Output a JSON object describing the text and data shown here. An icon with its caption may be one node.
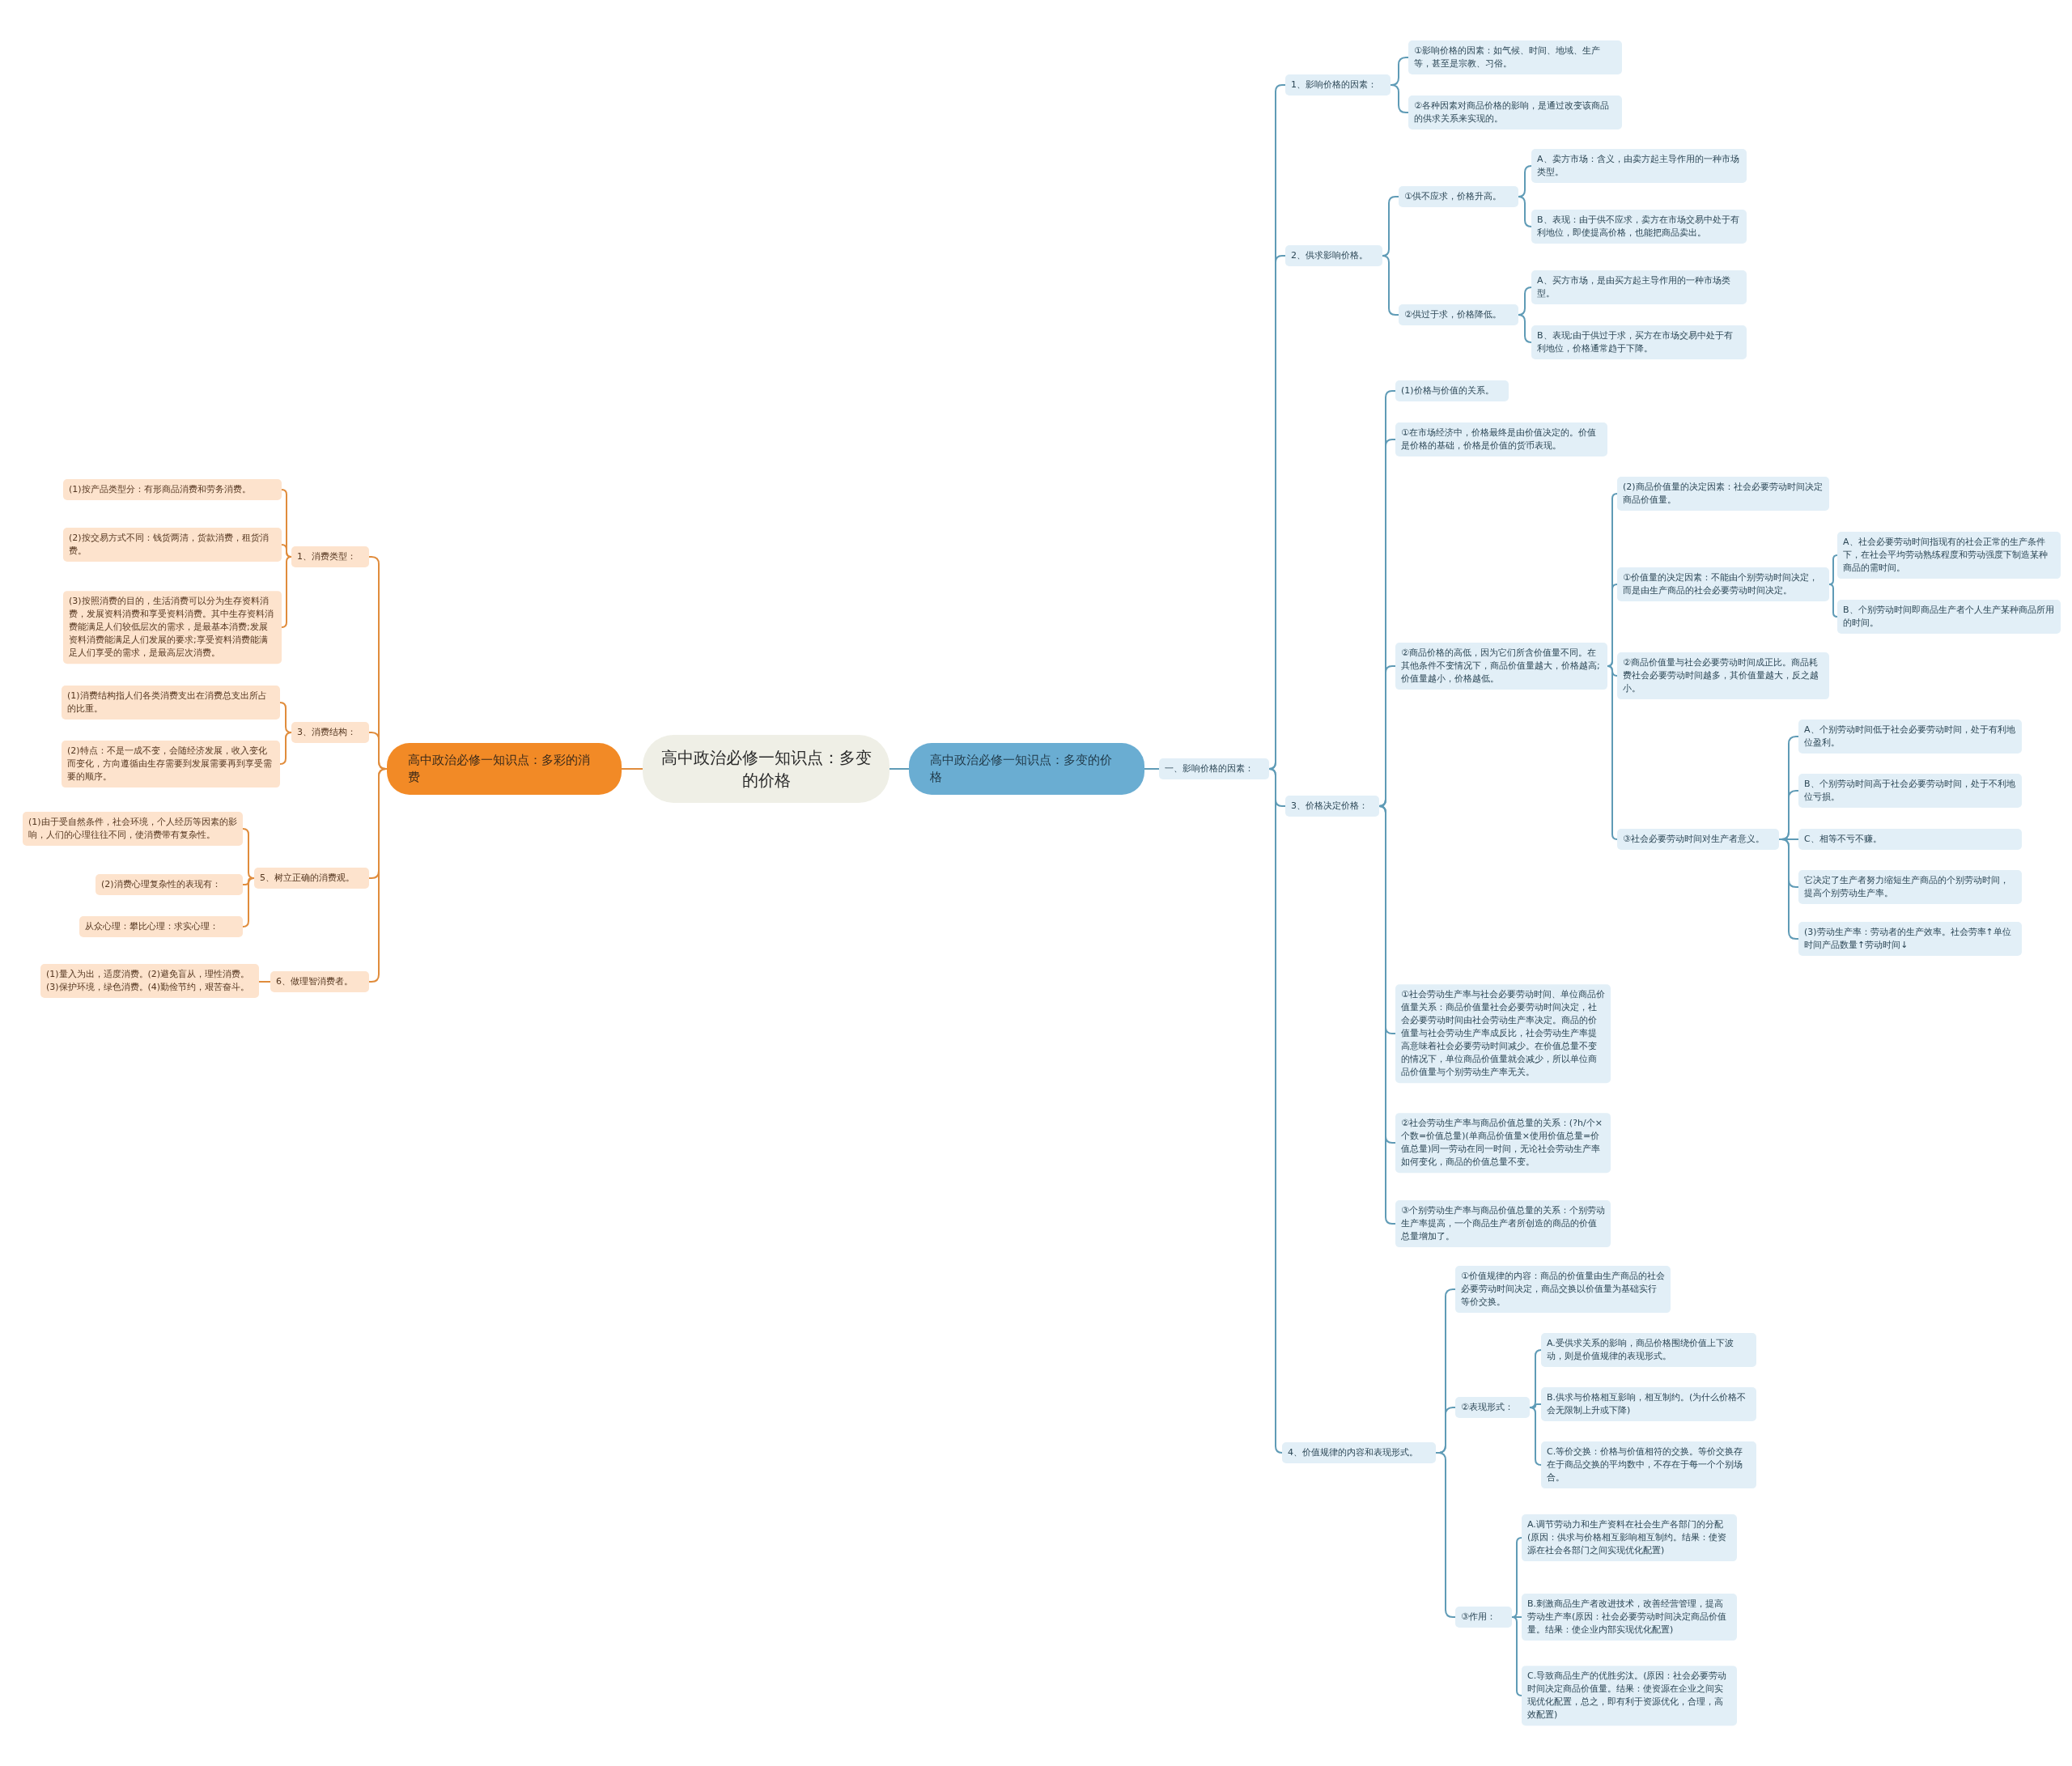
{
  "diagram": {
    "nodes": [
      {
        "text": [
          "高中政治必修一知识点：多变的价格"
        ]
      },
      {
        "text": [
          "高中政治必修一知识点：多彩的消费"
        ]
      },
      {
        "text": [
          "1、消费类型："
        ]
      },
      {
        "text": [
          "(1)按产品类型分：有形商品消费和劳务消费。"
        ]
      },
      {
        "text": [
          "(2)按交易方式不同：钱货两清，货款消费，租货消费。"
        ]
      },
      {
        "text": [
          "(3)按照消费的目的，生活消费可以分为生存资料消费，发展资料消费和享受资料消费。其中生存资料消费能满足人们较低层次的需求，是最基本消费;发展资料消费能满足人们发展的要求;享受资料消费能满足人们享受的需求，是最高层次消费。"
        ]
      },
      {
        "text": [
          "3、消费结构："
        ]
      },
      {
        "text": [
          "(1)消费结构指人们各类消费支出在消费总支出所占的比重。"
        ]
      },
      {
        "text": [
          "(2)特点：不是一成不变，会随经济发展，收入变化而变化，方向遵循由生存需要到发展需要再到享受需要的顺序。"
        ]
      },
      {
        "text": [
          "5、树立正确的消费观。"
        ]
      },
      {
        "text": [
          "(1)由于受自然条件，社会环境，个人经历等因素的影响，人们的心理往往不同，使消费带有复杂性。"
        ]
      },
      {
        "text": [
          "(2)消费心理复杂性的表现有："
        ]
      },
      {
        "text": [
          "从众心理：攀比心理：求实心理："
        ]
      },
      {
        "text": [
          "6、做理智消费者。"
        ]
      },
      {
        "text": [
          "(1)量入为出，适度消费。(2)避免盲从，理性消费。(3)保护环境，绿色消费。(4)勤俭节约，艰苦奋斗。"
        ]
      },
      {
        "text": [
          "高中政治必修一知识点：多变的价格"
        ]
      },
      {
        "text": [
          "一、影响价格的因素："
        ]
      },
      {
        "text": [
          "1、影响价格的因素："
        ]
      },
      {
        "text": [
          "①影响价格的因素：如气候、时间、地域、生产等，甚至是宗教、习俗。"
        ]
      },
      {
        "text": [
          "②各种因素对商品价格的影响，是通过改变该商品的供求关系来实现的。"
        ]
      },
      {
        "text": [
          "2、供求影响价格。"
        ]
      },
      {
        "text": [
          "①供不应求，价格升高。"
        ]
      },
      {
        "text": [
          "A、卖方市场：含义，由卖方起主导作用的一种市场类型。"
        ]
      },
      {
        "text": [
          "B、表现：由于供不应求，卖方在市场交易中处于有利地位，即使提高价格，也能把商品卖出。"
        ]
      },
      {
        "text": [
          "②供过于求，价格降低。"
        ]
      },
      {
        "text": [
          "A、买方市场，是由买方起主导作用的一种市场类型。"
        ]
      },
      {
        "text": [
          "B、表现;由于供过于求，买方在市场交易中处于有利地位，价格通常趋于下降。"
        ]
      },
      {
        "text": [
          "3、价格决定价格："
        ]
      },
      {
        "text": [
          "(1)价格与价值的关系。"
        ]
      },
      {
        "text": [
          "①在市场经济中，价格最终是由价值决定的。价值是价格的基础，价格是价值的货币表现。"
        ]
      },
      {
        "text": [
          "②商品价格的高低，因为它们所含价值量不同。在其他条件不变情况下，商品价值量越大，价格越高;价值量越小，价格越低。"
        ]
      },
      {
        "text": [
          "(2)商品价值量的决定因素：社会必要劳动时间决定商品价值量。"
        ]
      },
      {
        "text": [
          "①价值量的决定因素：不能由个别劳动时间决定，而是由生产商品的社会必要劳动时间决定。"
        ]
      },
      {
        "text": [
          "A、社会必要劳动时间指现有的社会正常的生产条件下，在社会平均劳动熟练程度和劳动强度下制造某种商品的需时间。"
        ]
      },
      {
        "text": [
          "B、个别劳动时间即商品生产者个人生产某种商品所用的时间。"
        ]
      },
      {
        "text": [
          "②商品价值量与社会必要劳动时间成正比。商品耗费社会必要劳动时间越多，其价值量越大，反之越小。"
        ]
      },
      {
        "text": [
          "③社会必要劳动时间对生产者意义。"
        ]
      },
      {
        "text": [
          "A、个别劳动时间低于社会必要劳动时间，处于有利地位盈利。"
        ]
      },
      {
        "text": [
          "B、个别劳动时间高于社会必要劳动时间，处于不利地位亏损。"
        ]
      },
      {
        "text": [
          "C、相等不亏不赚。"
        ]
      },
      {
        "text": [
          "它决定了生产者努力缩短生产商品的个别劳动时间，提高个别劳动生产率。"
        ]
      },
      {
        "text": [
          "(3)劳动生产率：劳动者的生产效率。社会劳率↑单位时间产品数量↑劳动时间↓"
        ]
      },
      {
        "text": [
          "①社会劳动生产率与社会必要劳动时间、单位商品价值量关系：商品价值量社会必要劳动时间决定，社会必要劳动时间由社会劳动生产率决定。商品的价值量与社会劳动生产率成反比，社会劳动生产率提高意味着社会必要劳动时间减少。在价值总量不变的情况下，单位商品价值量就会减少，所以单位商品价值量与个别劳动生产率无关。"
        ]
      },
      {
        "text": [
          "②社会劳动生产率与商品价值总量的关系：(?h/个×个数=价值总量)(单商品价值量×使用价值总量=价值总量)同一劳动在同一时间，无论社会劳动生产率如何变化，商品的价值总量不变。"
        ]
      },
      {
        "text": [
          "③个别劳动生产率与商品价值总量的关系：个别劳动生产率提高，一个商品生产者所创造的商品的价值总量增加了。"
        ]
      },
      {
        "text": [
          "4、价值规律的内容和表现形式。"
        ]
      },
      {
        "text": [
          "①价值规律的内容：商品的价值量由生产商品的社会必要劳动时间决定，商品交换以价值量为基础实行等价交换。"
        ]
      },
      {
        "text": [
          "②表现形式："
        ]
      },
      {
        "text": [
          "A.受供求关系的影响，商品价格围绕价值上下波动，则是价值规律的表现形式。"
        ]
      },
      {
        "text": [
          "B.供求与价格相互影响，相互制约。(为什么价格不会无限制上升或下降)"
        ]
      },
      {
        "text": [
          "C.等价交换：价格与价值相符的交换。等价交换存在于商品交换的平均数中，不存在于每一个个别场合。"
        ]
      },
      {
        "text": [
          "③作用："
        ]
      },
      {
        "text": [
          "A.调节劳动力和生产资料在社会生产各部门的分配(原因：供求与价格相互影响相互制约。结果：使资源在社会各部门之间实现优化配置)"
        ]
      },
      {
        "text": [
          "B.刺激商品生产者改进技术，改善经营管理，提高劳动生产率(原因：社会必要劳动时间决定商品价值量。结果：使企业内部实现优化配置)"
        ]
      },
      {
        "text": [
          "C.导致商品生产的优胜劣汰。(原因：社会必要劳动时间决定商品价值量。结果：使资源在企业之间实现优化配置，总之，即有利于资源优化，合理，高效配置)"
        ]
      }
    ],
    "edges": [
      {
        "from": 0,
        "to": 1,
        "arrow": "none",
        "color": "#e08c3c"
      },
      {
        "from": 1,
        "to": 2,
        "arrow": "none",
        "color": "#e08c3c"
      },
      {
        "from": 1,
        "to": 6,
        "arrow": "none",
        "color": "#e08c3c"
      },
      {
        "from": 1,
        "to": 9,
        "arrow": "none",
        "color": "#e08c3c"
      },
      {
        "from": 1,
        "to": 13,
        "arrow": "none",
        "color": "#e08c3c"
      },
      {
        "from": 2,
        "to": 3,
        "arrow": "none",
        "color": "#e08c3c"
      },
      {
        "from": 2,
        "to": 4,
        "arrow": "none",
        "color": "#e08c3c"
      },
      {
        "from": 2,
        "to": 5,
        "arrow": "none",
        "color": "#e08c3c"
      },
      {
        "from": 6,
        "to": 7,
        "arrow": "none",
        "color": "#e08c3c"
      },
      {
        "from": 6,
        "to": 8,
        "arrow": "none",
        "color": "#e08c3c"
      },
      {
        "from": 9,
        "to": 10,
        "arrow": "none",
        "color": "#e08c3c"
      },
      {
        "from": 9,
        "to": 11,
        "arrow": "none",
        "color": "#e08c3c"
      },
      {
        "from": 9,
        "to": 12,
        "arrow": "none",
        "color": "#e08c3c"
      },
      {
        "from": 13,
        "to": 14,
        "arrow": "none",
        "color": "#e08c3c"
      },
      {
        "from": 0,
        "to": 15,
        "arrow": "none"
      },
      {
        "from": 15,
        "to": 16,
        "arrow": "none"
      },
      {
        "from": 16,
        "to": 17,
        "arrow": "none"
      },
      {
        "from": 16,
        "to": 20,
        "arrow": "none"
      },
      {
        "from": 16,
        "to": 27,
        "arrow": "none"
      },
      {
        "from": 16,
        "to": 45,
        "arrow": "none"
      },
      {
        "from": 17,
        "to": 18,
        "arrow": "none"
      },
      {
        "from": 17,
        "to": 19,
        "arrow": "none"
      },
      {
        "from": 20,
        "to": 21,
        "arrow": "none"
      },
      {
        "from": 20,
        "to": 24,
        "arrow": "none"
      },
      {
        "from": 21,
        "to": 22,
        "arrow": "none"
      },
      {
        "from": 21,
        "to": 23,
        "arrow": "none"
      },
      {
        "from": 24,
        "to": 25,
        "arrow": "none"
      },
      {
        "from": 24,
        "to": 26,
        "arrow": "none"
      },
      {
        "from": 27,
        "to": 28,
        "arrow": "none"
      },
      {
        "from": 27,
        "to": 29,
        "arrow": "none"
      },
      {
        "from": 27,
        "to": 30,
        "arrow": "none"
      },
      {
        "from": 27,
        "to": 42,
        "arrow": "none"
      },
      {
        "from": 27,
        "to": 43,
        "arrow": "none"
      },
      {
        "from": 27,
        "to": 44,
        "arrow": "none"
      },
      {
        "from": 30,
        "to": 31,
        "arrow": "none"
      },
      {
        "from": 30,
        "to": 32,
        "arrow": "none"
      },
      {
        "from": 30,
        "to": 35,
        "arrow": "none"
      },
      {
        "from": 30,
        "to": 36,
        "arrow": "none"
      },
      {
        "from": 32,
        "to": 33,
        "arrow": "none"
      },
      {
        "from": 32,
        "to": 34,
        "arrow": "none"
      },
      {
        "from": 36,
        "to": 37,
        "arrow": "none"
      },
      {
        "from": 36,
        "to": 38,
        "arrow": "none"
      },
      {
        "from": 36,
        "to": 39,
        "arrow": "none"
      },
      {
        "from": 36,
        "to": 40,
        "arrow": "none"
      },
      {
        "from": 36,
        "to": 41,
        "arrow": "none"
      },
      {
        "from": 45,
        "to": 46,
        "arrow": "none"
      },
      {
        "from": 45,
        "to": 47,
        "arrow": "none"
      },
      {
        "from": 45,
        "to": 51,
        "arrow": "none"
      },
      {
        "from": 47,
        "to": 48,
        "arrow": "none"
      },
      {
        "from": 47,
        "to": 49,
        "arrow": "none"
      },
      {
        "from": 47,
        "to": 50,
        "arrow": "none"
      },
      {
        "from": 51,
        "to": 52,
        "arrow": "none"
      },
      {
        "from": 51,
        "to": 53,
        "arrow": "none"
      },
      {
        "from": 51,
        "to": 54,
        "arrow": "none"
      }
    ]
  }
}
